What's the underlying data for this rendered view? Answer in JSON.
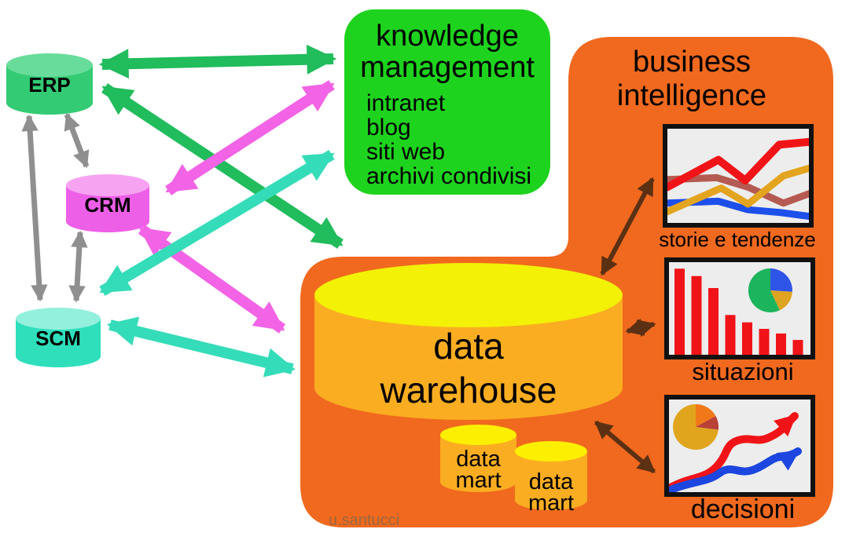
{
  "diagram": {
    "systems": [
      {
        "id": "erp",
        "label": "ERP"
      },
      {
        "id": "crm",
        "label": "CRM"
      },
      {
        "id": "scm",
        "label": "SCM"
      }
    ],
    "knowledge_management": {
      "title_lines": [
        "knowledge",
        "management"
      ],
      "items": [
        "intranet",
        "blog",
        "siti web",
        "archivi condivisi"
      ]
    },
    "business_intelligence": {
      "title_lines": [
        "business",
        "intelligence"
      ]
    },
    "data_warehouse": {
      "label_lines": [
        "data",
        "warehouse"
      ]
    },
    "data_marts": [
      {
        "label_lines": [
          "data",
          "mart"
        ]
      },
      {
        "label_lines": [
          "data",
          "mart"
        ]
      }
    ],
    "credit": "u.santucci",
    "connections": [
      {
        "from": "erp",
        "to": "scm",
        "color": "gray",
        "bidirectional": true
      },
      {
        "from": "erp",
        "to": "crm",
        "color": "gray",
        "bidirectional": true
      },
      {
        "from": "crm",
        "to": "scm",
        "color": "gray",
        "bidirectional": true
      },
      {
        "from": "erp",
        "to": "knowledge-management",
        "color": "green",
        "bidirectional": true
      },
      {
        "from": "erp",
        "to": "data-warehouse",
        "color": "green",
        "bidirectional": true
      },
      {
        "from": "crm",
        "to": "knowledge-management",
        "color": "magenta",
        "bidirectional": true
      },
      {
        "from": "crm",
        "to": "data-warehouse",
        "color": "magenta",
        "bidirectional": true
      },
      {
        "from": "scm",
        "to": "knowledge-management",
        "color": "teal",
        "bidirectional": true
      },
      {
        "from": "scm",
        "to": "data-warehouse",
        "color": "teal",
        "bidirectional": true
      },
      {
        "from": "data-warehouse",
        "to": "chart-storie",
        "color": "brown",
        "bidirectional": true
      },
      {
        "from": "data-warehouse",
        "to": "chart-situazioni",
        "color": "brown",
        "bidirectional": true
      },
      {
        "from": "data-warehouse",
        "to": "chart-decisioni",
        "color": "brown",
        "bidirectional": true
      }
    ],
    "colors": {
      "km_green": "#1ED31E",
      "bi_orange": "#F0691E",
      "erp_body": "#33CB74",
      "erp_top": "#68DC9A",
      "crm_body": "#EE5FE8",
      "crm_top": "#F6A4F1",
      "scm_body": "#2FDFBC",
      "scm_top": "#93F0DC",
      "dw_body": "#FBAD21",
      "dw_top": "#F2F106",
      "mart_body": "#FBAD21",
      "mart_top": "#FCF000",
      "chart_bg": "#EDEDED",
      "chart_border": "#111111",
      "gray": "#8F8F8F",
      "green": "#21BC5C",
      "magenta": "#F263E6",
      "teal": "#35DCB9",
      "brown": "#5C3013",
      "line_red": "#F01418",
      "line_brown": "#B55A52",
      "line_gold": "#E3A41F",
      "line_blue": "#1D4FEA",
      "pie_green": "#1CB45C",
      "pie_blue": "#2F55E8",
      "pie_gold": "#DDA321",
      "pie2_gold": "#E0A51D",
      "pie2_orange": "#F07818",
      "pie2_maroon": "#B94138",
      "trend_red": "#F01418",
      "trend_blue": "#1D46E0",
      "credit": "#98683F"
    }
  },
  "chart_data": [
    {
      "type": "line",
      "label": "storie e tendenze",
      "series": [
        {
          "name": "blue",
          "color_key": "line_blue",
          "w": 9,
          "points": [
            [
              0,
              0.79
            ],
            [
              0.36,
              0.77
            ],
            [
              0.57,
              0.86
            ],
            [
              0.8,
              0.89
            ],
            [
              1,
              0.93
            ]
          ]
        },
        {
          "name": "brown",
          "color_key": "line_brown",
          "w": 9,
          "points": [
            [
              0,
              0.54
            ],
            [
              0.35,
              0.52
            ],
            [
              0.57,
              0.62
            ],
            [
              0.82,
              0.79
            ],
            [
              1,
              0.69
            ]
          ]
        },
        {
          "name": "gold",
          "color_key": "line_gold",
          "w": 9,
          "points": [
            [
              0,
              0.88
            ],
            [
              0.38,
              0.63
            ],
            [
              0.57,
              0.8
            ],
            [
              0.82,
              0.5
            ],
            [
              1,
              0.42
            ]
          ]
        },
        {
          "name": "red",
          "color_key": "line_red",
          "w": 10,
          "points": [
            [
              0,
              0.62
            ],
            [
              0.36,
              0.33
            ],
            [
              0.55,
              0.55
            ],
            [
              0.79,
              0.17
            ],
            [
              1,
              0.14
            ]
          ]
        }
      ]
    },
    {
      "type": "bar+pie",
      "label": "situazioni",
      "bar_color_key": "line_red",
      "bar_values": [
        0.93,
        0.85,
        0.72,
        0.43,
        0.35,
        0.28,
        0.23,
        0.16
      ],
      "pie": {
        "slices": [
          {
            "name": "blue",
            "frac": 0.26,
            "color_key": "pie_blue"
          },
          {
            "name": "gold",
            "frac": 0.17,
            "color_key": "pie_gold"
          },
          {
            "name": "green",
            "frac": 0.57,
            "color_key": "pie_green"
          }
        ]
      }
    },
    {
      "type": "trend-arrows+pie",
      "label": "decisioni",
      "pie": {
        "slices": [
          {
            "name": "orange",
            "frac": 0.17,
            "color_key": "pie2_orange"
          },
          {
            "name": "maroon",
            "frac": 0.1,
            "color_key": "pie2_maroon"
          },
          {
            "name": "gold",
            "frac": 0.73,
            "color_key": "pie2_gold"
          }
        ]
      },
      "arrows": [
        {
          "name": "red rising trend",
          "color_key": "trend_red"
        },
        {
          "name": "blue rising trend",
          "color_key": "trend_blue"
        }
      ]
    }
  ]
}
